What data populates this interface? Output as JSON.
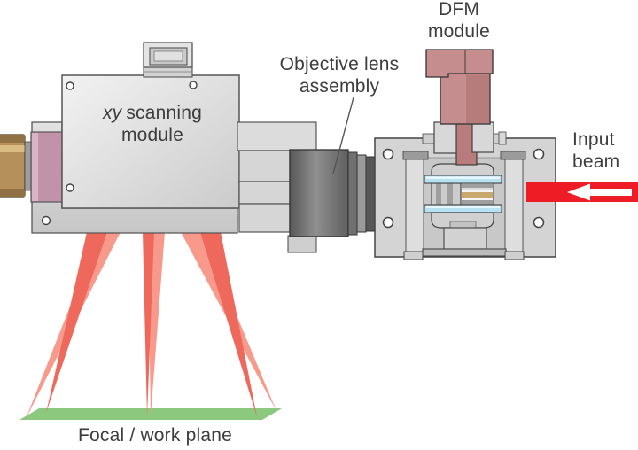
{
  "diagram": {
    "title": "Laser xy scanning head diagram",
    "labels": {
      "xy_italic": "xy",
      "xy_rest": "scanning",
      "xy_line2": "module",
      "objective_line1": "Objective lens",
      "objective_line2": "assembly",
      "dfm_line1": "DFM",
      "dfm_line2": "module",
      "input_line1": "Input",
      "input_line2": "beam",
      "focal_plane": "Focal / work plane"
    },
    "icons": {
      "input_beam_arrow": "left-arrow"
    },
    "colors": {
      "beam_red": "#ee1c24",
      "beam_salmon_dark": "#ef685c",
      "beam_salmon_light": "#f89a8b",
      "plane_green": "#8cc87d",
      "brass": "#b5905a",
      "brass_band": "#8f7143",
      "brass_highlight": "#d8bc82",
      "pink_block": "#c093a9",
      "pink_highlight": "#d6b6c6",
      "dfm_rosy": "#c58d8d",
      "dfm_rosy_dark": "#b87c7c",
      "cyan_bar": "#b8e2f2",
      "tan_stripe": "#c9a96e",
      "label_text": "#3d3d3d"
    }
  }
}
